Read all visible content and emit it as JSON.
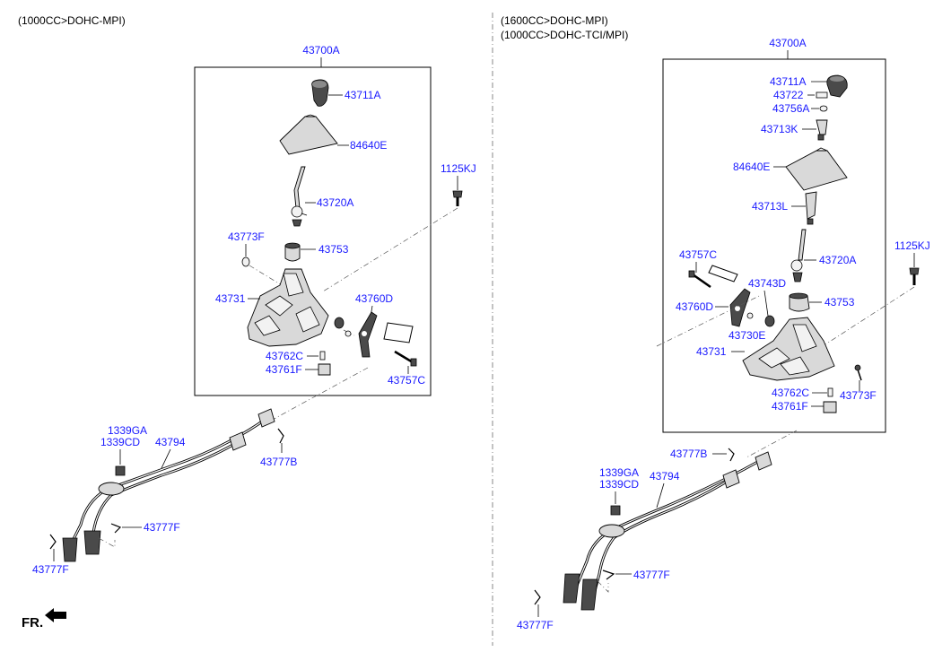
{
  "left": {
    "header": "(1000CC>DOHC-MPI)",
    "assembly": "43700A",
    "labels": {
      "knob": "43711A",
      "boot": "84640E",
      "lever": "43720A",
      "bolt": "1125KJ",
      "washer": "43773F",
      "bushing": "43753",
      "bracket": "43760D",
      "housing": "43731",
      "pin": "43762C",
      "cap": "43761F",
      "bolt2": "43757C",
      "nut1": "1339GA",
      "nut2": "1339CD",
      "cable": "43794",
      "clip_top": "43777B",
      "clip_mid": "43777F",
      "clip_bottom": "43777F"
    }
  },
  "right": {
    "header1": "(1600CC>DOHC-MPI)",
    "header2": "(1000CC>DOHC-TCI/MPI)",
    "assembly": "43700A",
    "labels": {
      "knob": "43711A",
      "spring": "43722",
      "ring": "43756A",
      "adapter": "43713K",
      "boot": "84640E",
      "sleeve": "43713L",
      "bolt2": "43757C",
      "lever": "43720A",
      "bolt": "1125KJ",
      "plate": "43743D",
      "bracket": "43760D",
      "bushing": "43753",
      "spacer": "43730E",
      "housing": "43731",
      "pin": "43762C",
      "washer": "43773F",
      "cap": "43761F",
      "clip_top": "43777B",
      "nut1": "1339GA",
      "nut2": "1339CD",
      "cable": "43794",
      "clip_mid": "43777F",
      "clip_bottom": "43777F"
    }
  },
  "front_label": "FR."
}
